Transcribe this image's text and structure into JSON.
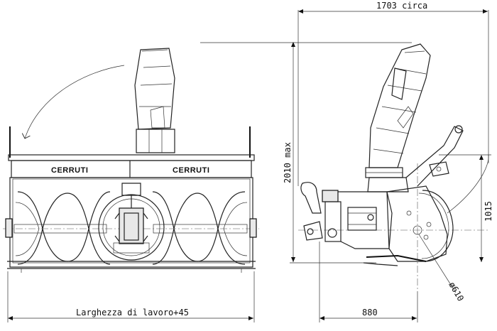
{
  "front_view": {
    "logo_left": "CERRUTI",
    "logo_right": "CERRUTI",
    "width_label": "Larghezza di lavoro+45"
  },
  "side_view": {
    "length_label": "1703 circa",
    "height_label": "2010 max",
    "hitch_height_label": "1015",
    "offset_label": "880",
    "diameter_label": "ø610"
  },
  "colors": {
    "line": "#222222",
    "background": "#ffffff"
  }
}
